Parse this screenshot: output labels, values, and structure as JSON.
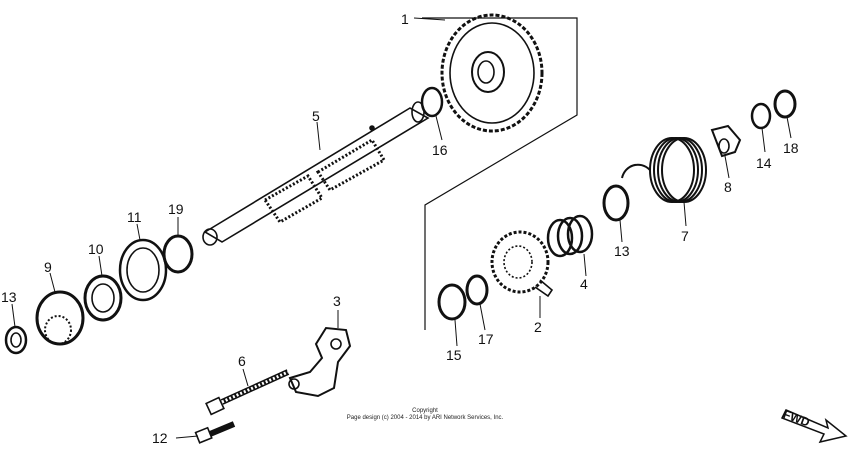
{
  "callouts": [
    {
      "id": "1",
      "text": "1"
    },
    {
      "id": "2",
      "text": "2"
    },
    {
      "id": "3",
      "text": "3"
    },
    {
      "id": "4",
      "text": "4"
    },
    {
      "id": "5",
      "text": "5"
    },
    {
      "id": "6",
      "text": "6"
    },
    {
      "id": "7",
      "text": "7"
    },
    {
      "id": "8",
      "text": "8"
    },
    {
      "id": "9",
      "text": "9"
    },
    {
      "id": "10",
      "text": "10"
    },
    {
      "id": "11",
      "text": "11"
    },
    {
      "id": "12",
      "text": "12"
    },
    {
      "id": "13a",
      "text": "13"
    },
    {
      "id": "13b",
      "text": "13"
    },
    {
      "id": "14",
      "text": "14"
    },
    {
      "id": "15",
      "text": "15"
    },
    {
      "id": "16",
      "text": "16"
    },
    {
      "id": "17",
      "text": "17"
    },
    {
      "id": "18",
      "text": "18"
    },
    {
      "id": "19",
      "text": "19"
    }
  ],
  "copyright": {
    "line1": "Copyright",
    "line2": "Page design (c) 2004 - 2014 by ARI Network Services, Inc."
  },
  "direction_label": "FWD"
}
